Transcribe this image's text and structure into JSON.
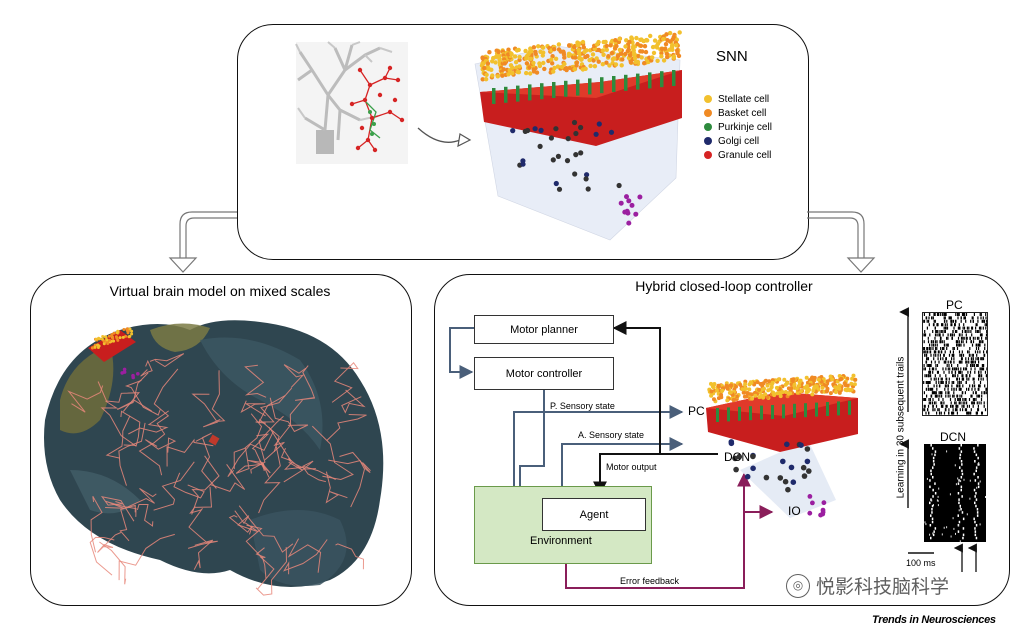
{
  "top_panel": {
    "title": "SNN",
    "legend": [
      {
        "label": "Stellate cell",
        "color": "#f2c12e"
      },
      {
        "label": "Basket cell",
        "color": "#f08a24"
      },
      {
        "label": "Purkinje cell",
        "color": "#2e8b3e"
      },
      {
        "label": "Golgi cell",
        "color": "#1f2a6b"
      },
      {
        "label": "Granule cell",
        "color": "#d62424"
      }
    ]
  },
  "left_panel": {
    "title": "Virtual brain model on mixed scales"
  },
  "right_panel": {
    "title": "Hybrid closed-loop controller",
    "motor_planner": "Motor planner",
    "motor_controller": "Motor controller",
    "p_sensory": "P. Sensory state",
    "a_sensory": "A. Sensory state",
    "motor_output": "Motor output",
    "agent": "Agent",
    "environment": "Environment",
    "error_feedback": "Error feedback",
    "pc": "PC",
    "dcn": "DCN",
    "io": "IO",
    "raster_pc_title": "PC",
    "raster_dcn_title": "DCN",
    "raster_ylabel": "Learning in 30 subsequent trails",
    "scale_bar": "100 ms"
  },
  "footer": {
    "watermark": "悦影科技脑科学",
    "journal": "Trends in Neurosciences"
  },
  "colors": {
    "granule": "#c81e1e",
    "stellate": "#f2c12e",
    "basket": "#f08a24",
    "purkinje": "#2e8b3e",
    "golgi": "#1f2a6b",
    "io": "#9b1fa0",
    "environment_fill": "#d4e8c4",
    "environment_border": "#6a9a4a",
    "arrow_blue": "#4a5f7a",
    "arrow_maroon": "#8a1e5a",
    "brain": "#2f4650",
    "fibers": "#e8877a"
  }
}
